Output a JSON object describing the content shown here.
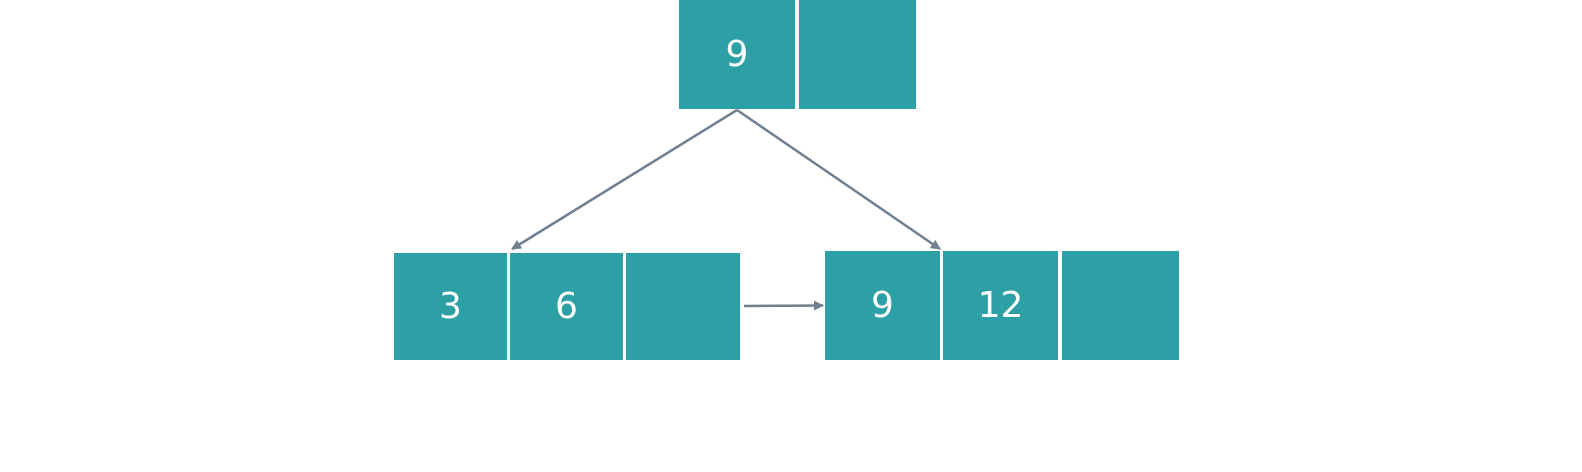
{
  "colors": {
    "node_fill": "#2ca0a5",
    "edge": "#708090",
    "text": "#ffffff"
  },
  "root": {
    "keys": [
      "9",
      ""
    ]
  },
  "leaves": [
    {
      "keys": [
        "3",
        "6",
        ""
      ]
    },
    {
      "keys": [
        "9",
        "12",
        ""
      ]
    }
  ]
}
